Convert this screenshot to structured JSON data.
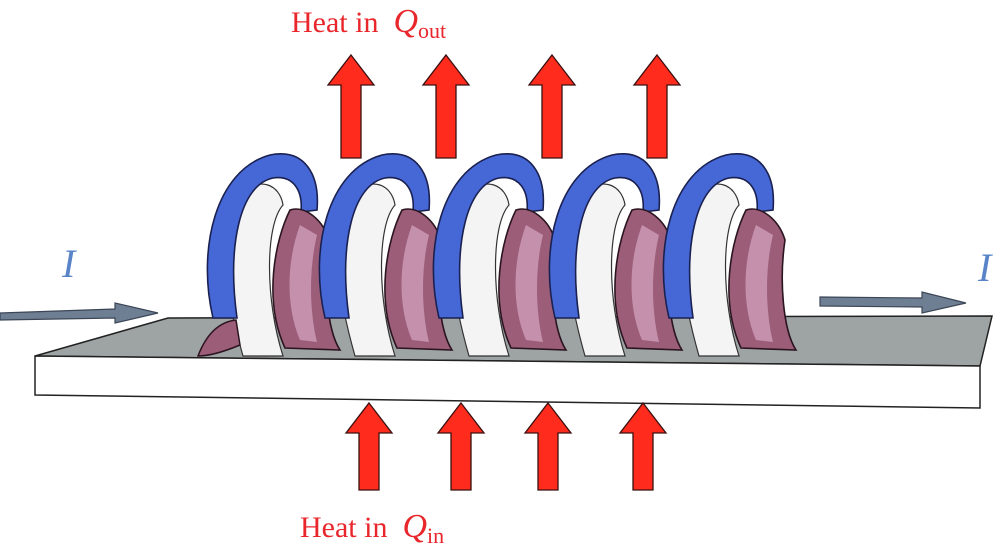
{
  "labels": {
    "heat_out_text": "Heat in",
    "heat_out_symbol": "Q",
    "heat_out_subscript": "out",
    "heat_in_text": "Heat in",
    "heat_in_symbol": "Q",
    "heat_in_subscript": "in",
    "current_left": "I",
    "current_right": "I"
  },
  "colors": {
    "arrow_red": "#ff2b1c",
    "coil_blue": "#4668d6",
    "coil_mauve": "#9c5d79",
    "coil_white": "#f4f4f4",
    "substrate_top": "#9ea3a3",
    "substrate_front": "#ffffff",
    "current_arrow": "#6f7f93",
    "current_label": "#5a84c8"
  }
}
